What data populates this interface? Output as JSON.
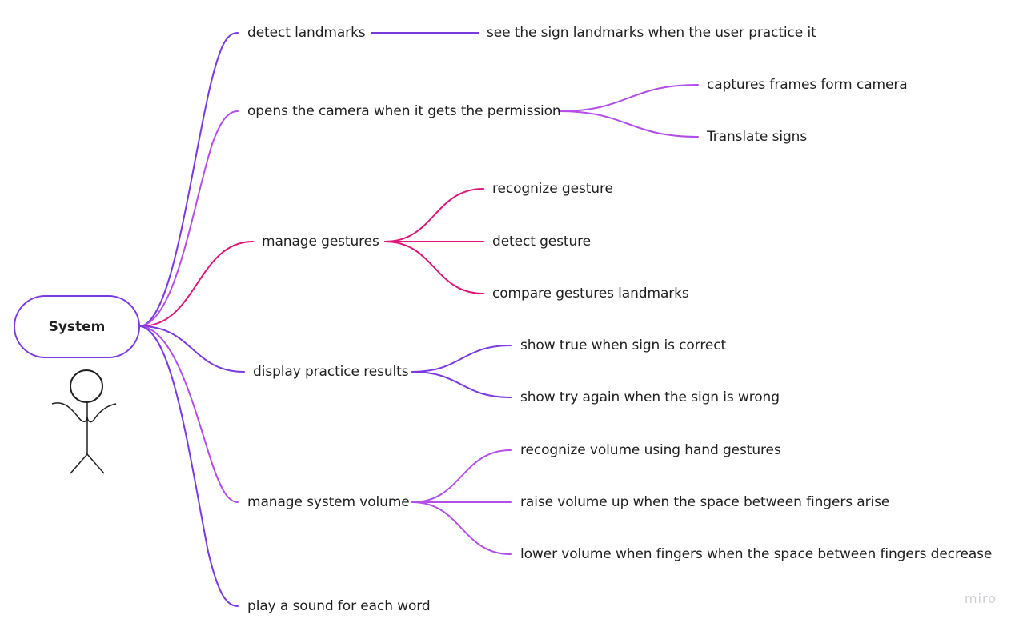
{
  "colors": {
    "violet": "#7a3ae0",
    "purple": "#b44ee8",
    "magenta": "#e0157a",
    "ink": "#1f1f1f",
    "watermark": "#cfcfd6"
  },
  "root": {
    "label": "System",
    "icon": "stick-figure-icon"
  },
  "branches": [
    {
      "id": "detect",
      "label": "detect landmarks",
      "color": "violet",
      "children": [
        "see the sign landmarks when the user  practice it"
      ]
    },
    {
      "id": "camera",
      "label": "opens the camera when it gets the permission",
      "color": "purple",
      "children": [
        "captures frames form camera",
        "Translate signs"
      ]
    },
    {
      "id": "gestures",
      "label": "manage gestures",
      "color": "magenta",
      "children": [
        "recognize gesture",
        "detect gesture",
        "compare gestures landmarks"
      ]
    },
    {
      "id": "results",
      "label": "display practice results",
      "color": "violet",
      "children": [
        "show true when sign is correct",
        "show try again when the sign is wrong"
      ]
    },
    {
      "id": "volume",
      "label": "manage system volume",
      "color": "purple",
      "children": [
        "recognize volume using hand gestures",
        "raise volume up when the space between fingers arise",
        "lower volume when fingers when the space between fingers decrease"
      ]
    },
    {
      "id": "sound",
      "label": "play a sound for each word",
      "color": "violet",
      "children": []
    }
  ],
  "watermark": "miro"
}
